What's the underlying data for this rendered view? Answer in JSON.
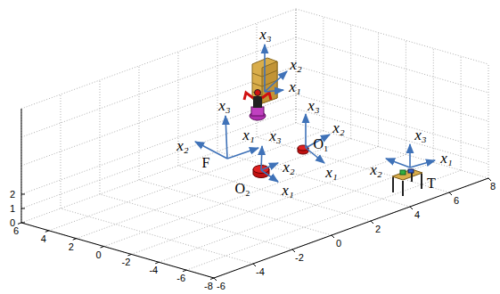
{
  "diagram": {
    "labels": [
      "x₃",
      "x₂",
      "x₁",
      "x₃",
      "x₃",
      "x₁",
      "x₃",
      "x₂",
      "x₃",
      "x₂",
      "O₁",
      "x₁",
      "F",
      "x₂",
      "x₂",
      "x₁",
      "T",
      "O₂",
      "x₁",
      "2",
      "1",
      "0",
      "6",
      "4",
      "2",
      "0",
      "-2",
      "-4",
      "-6",
      "-8",
      "-6",
      "-4",
      "-2",
      "0",
      "2",
      "4",
      "6",
      "8"
    ]
  }
}
